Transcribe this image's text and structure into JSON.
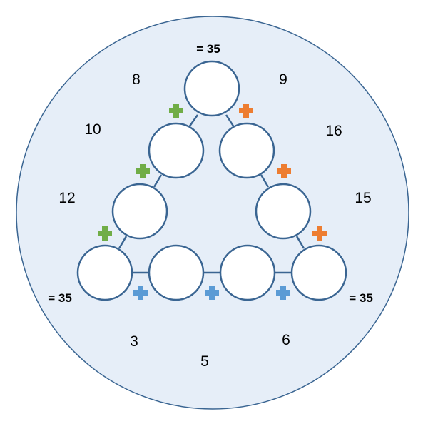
{
  "colors": {
    "background_circle_fill": "#e6eef8",
    "outline": "#3a6592",
    "plus_left": "#70ad47",
    "plus_right": "#ed7d31",
    "plus_bottom": "#5b9bd5"
  },
  "targets": {
    "top": "= 35",
    "bottom_left": "= 35",
    "bottom_right": "= 35"
  },
  "numbers": {
    "n8": "8",
    "n9": "9",
    "n10": "10",
    "n16": "16",
    "n12": "12",
    "n15": "15",
    "n3": "3",
    "n6": "6",
    "n5": "5"
  },
  "icons": {
    "plus": "plus-icon"
  }
}
